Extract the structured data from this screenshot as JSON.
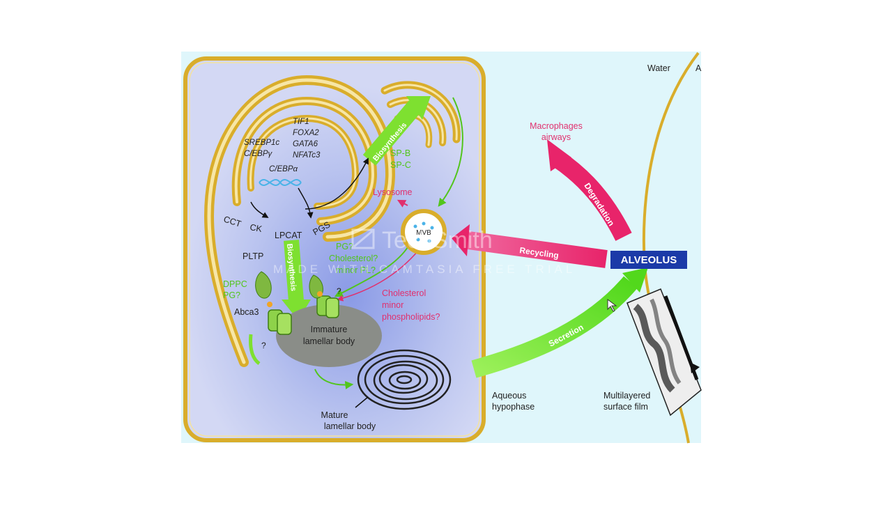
{
  "colors": {
    "membrane": "#d9ad2b",
    "cell_fill": "#c9cdee",
    "background": "#dff6fb",
    "green": "#7ee030",
    "green_text": "#52c51c",
    "magenta": "#e8246a",
    "magenta_text": "#e0306e",
    "alveolus_bg": "#1b3aa8",
    "lamellar_gray": "#8a8d88"
  },
  "labels": {
    "water": "Water",
    "water_partial": "A",
    "macrophages_line1": "Macrophages",
    "macrophages_line2": "airways",
    "degradation": "Degradation",
    "alveolus": "ALVEOLUS",
    "recycling": "Recycling",
    "secretion": "Secretion",
    "aqueous_line1": "Aqueous",
    "aqueous_line2": "hypophase",
    "multilayered_line1": "Multilayered",
    "multilayered_line2": "surface film",
    "lysosome": "Lysosome",
    "mvb": "MVB",
    "sp_b": "SP-B",
    "sp_c": "SP-C",
    "biosynthesis_top": "Biosynthesis",
    "biosynthesis_mid": "Biosynthesis",
    "pg_q": "PG?",
    "cholesterol_q": "Cholesterol?",
    "minor_pl_q": "minor PL?",
    "chol_line1": "Cholesterol",
    "chol_line2": "minor",
    "chol_line3": "phospholipids?",
    "pltp": "PLTP",
    "dppc": "DPPC",
    "pg_q2": "PG?",
    "abca3": "Abca3",
    "question_mark": "?",
    "immature_line1": "Immature",
    "immature_line2": "lamellar body",
    "mature_line1": "Mature",
    "mature_line2": "lamellar body",
    "cct": "CCT",
    "ck": "CK",
    "lpcat": "LPCAT",
    "pgs": "PGS",
    "srebp1c": "SREBP1c",
    "cebpg": "C/EBPγ",
    "tif1": "TIF1",
    "foxa2": "FOXA2",
    "gata6": "GATA6",
    "nfatc3": "NFATc3",
    "cebpa": "C/EBPα"
  },
  "watermark": {
    "brand": "TechSmith",
    "line": "MADE WITH CAMTASIA FREE TRIAL"
  }
}
